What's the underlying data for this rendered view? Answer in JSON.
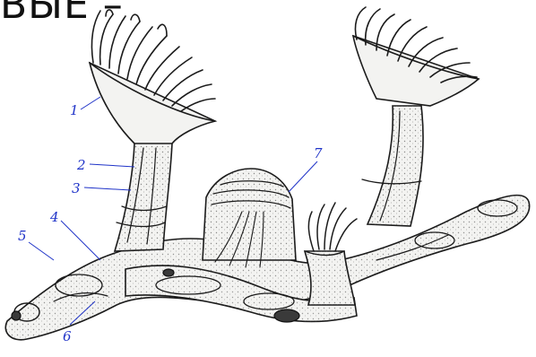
{
  "title_fragment": "ВЫЕ –",
  "labels": [
    "1",
    "2",
    "3",
    "4",
    "5",
    "6",
    "7"
  ]
}
